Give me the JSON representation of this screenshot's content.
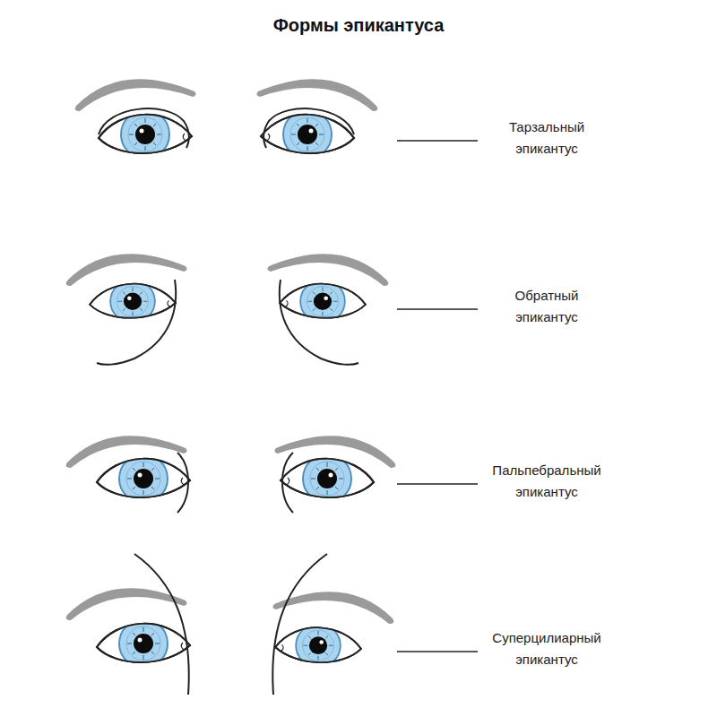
{
  "diagram": {
    "title": "Формы эпикантуса",
    "labels": [
      "Тарзальный эпикантус",
      "Обратный эпикантус",
      "Пальпебральный эпикантус",
      "Суперцилиарный эпикантус"
    ]
  }
}
